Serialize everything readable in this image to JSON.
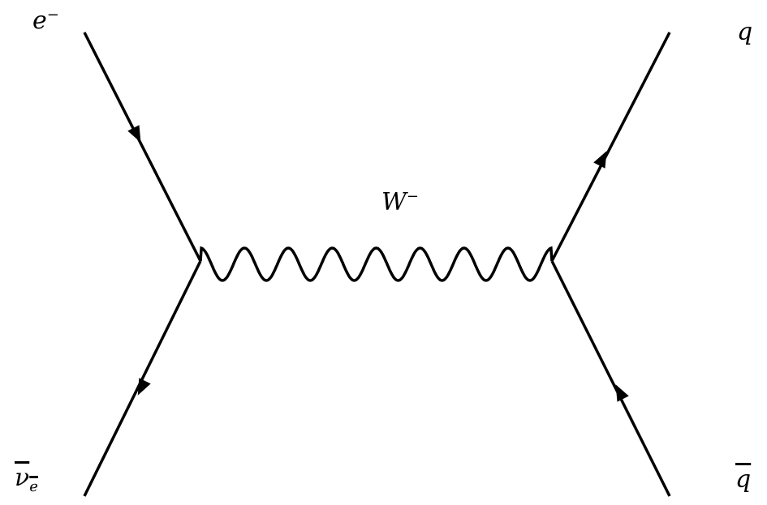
{
  "labels": {
    "electron": "e",
    "electron_charge": "−",
    "neutrino": "ν",
    "neutrino_sub": "e",
    "quark": "q",
    "antiquark": "q",
    "boson": "W",
    "boson_charge": "−"
  }
}
